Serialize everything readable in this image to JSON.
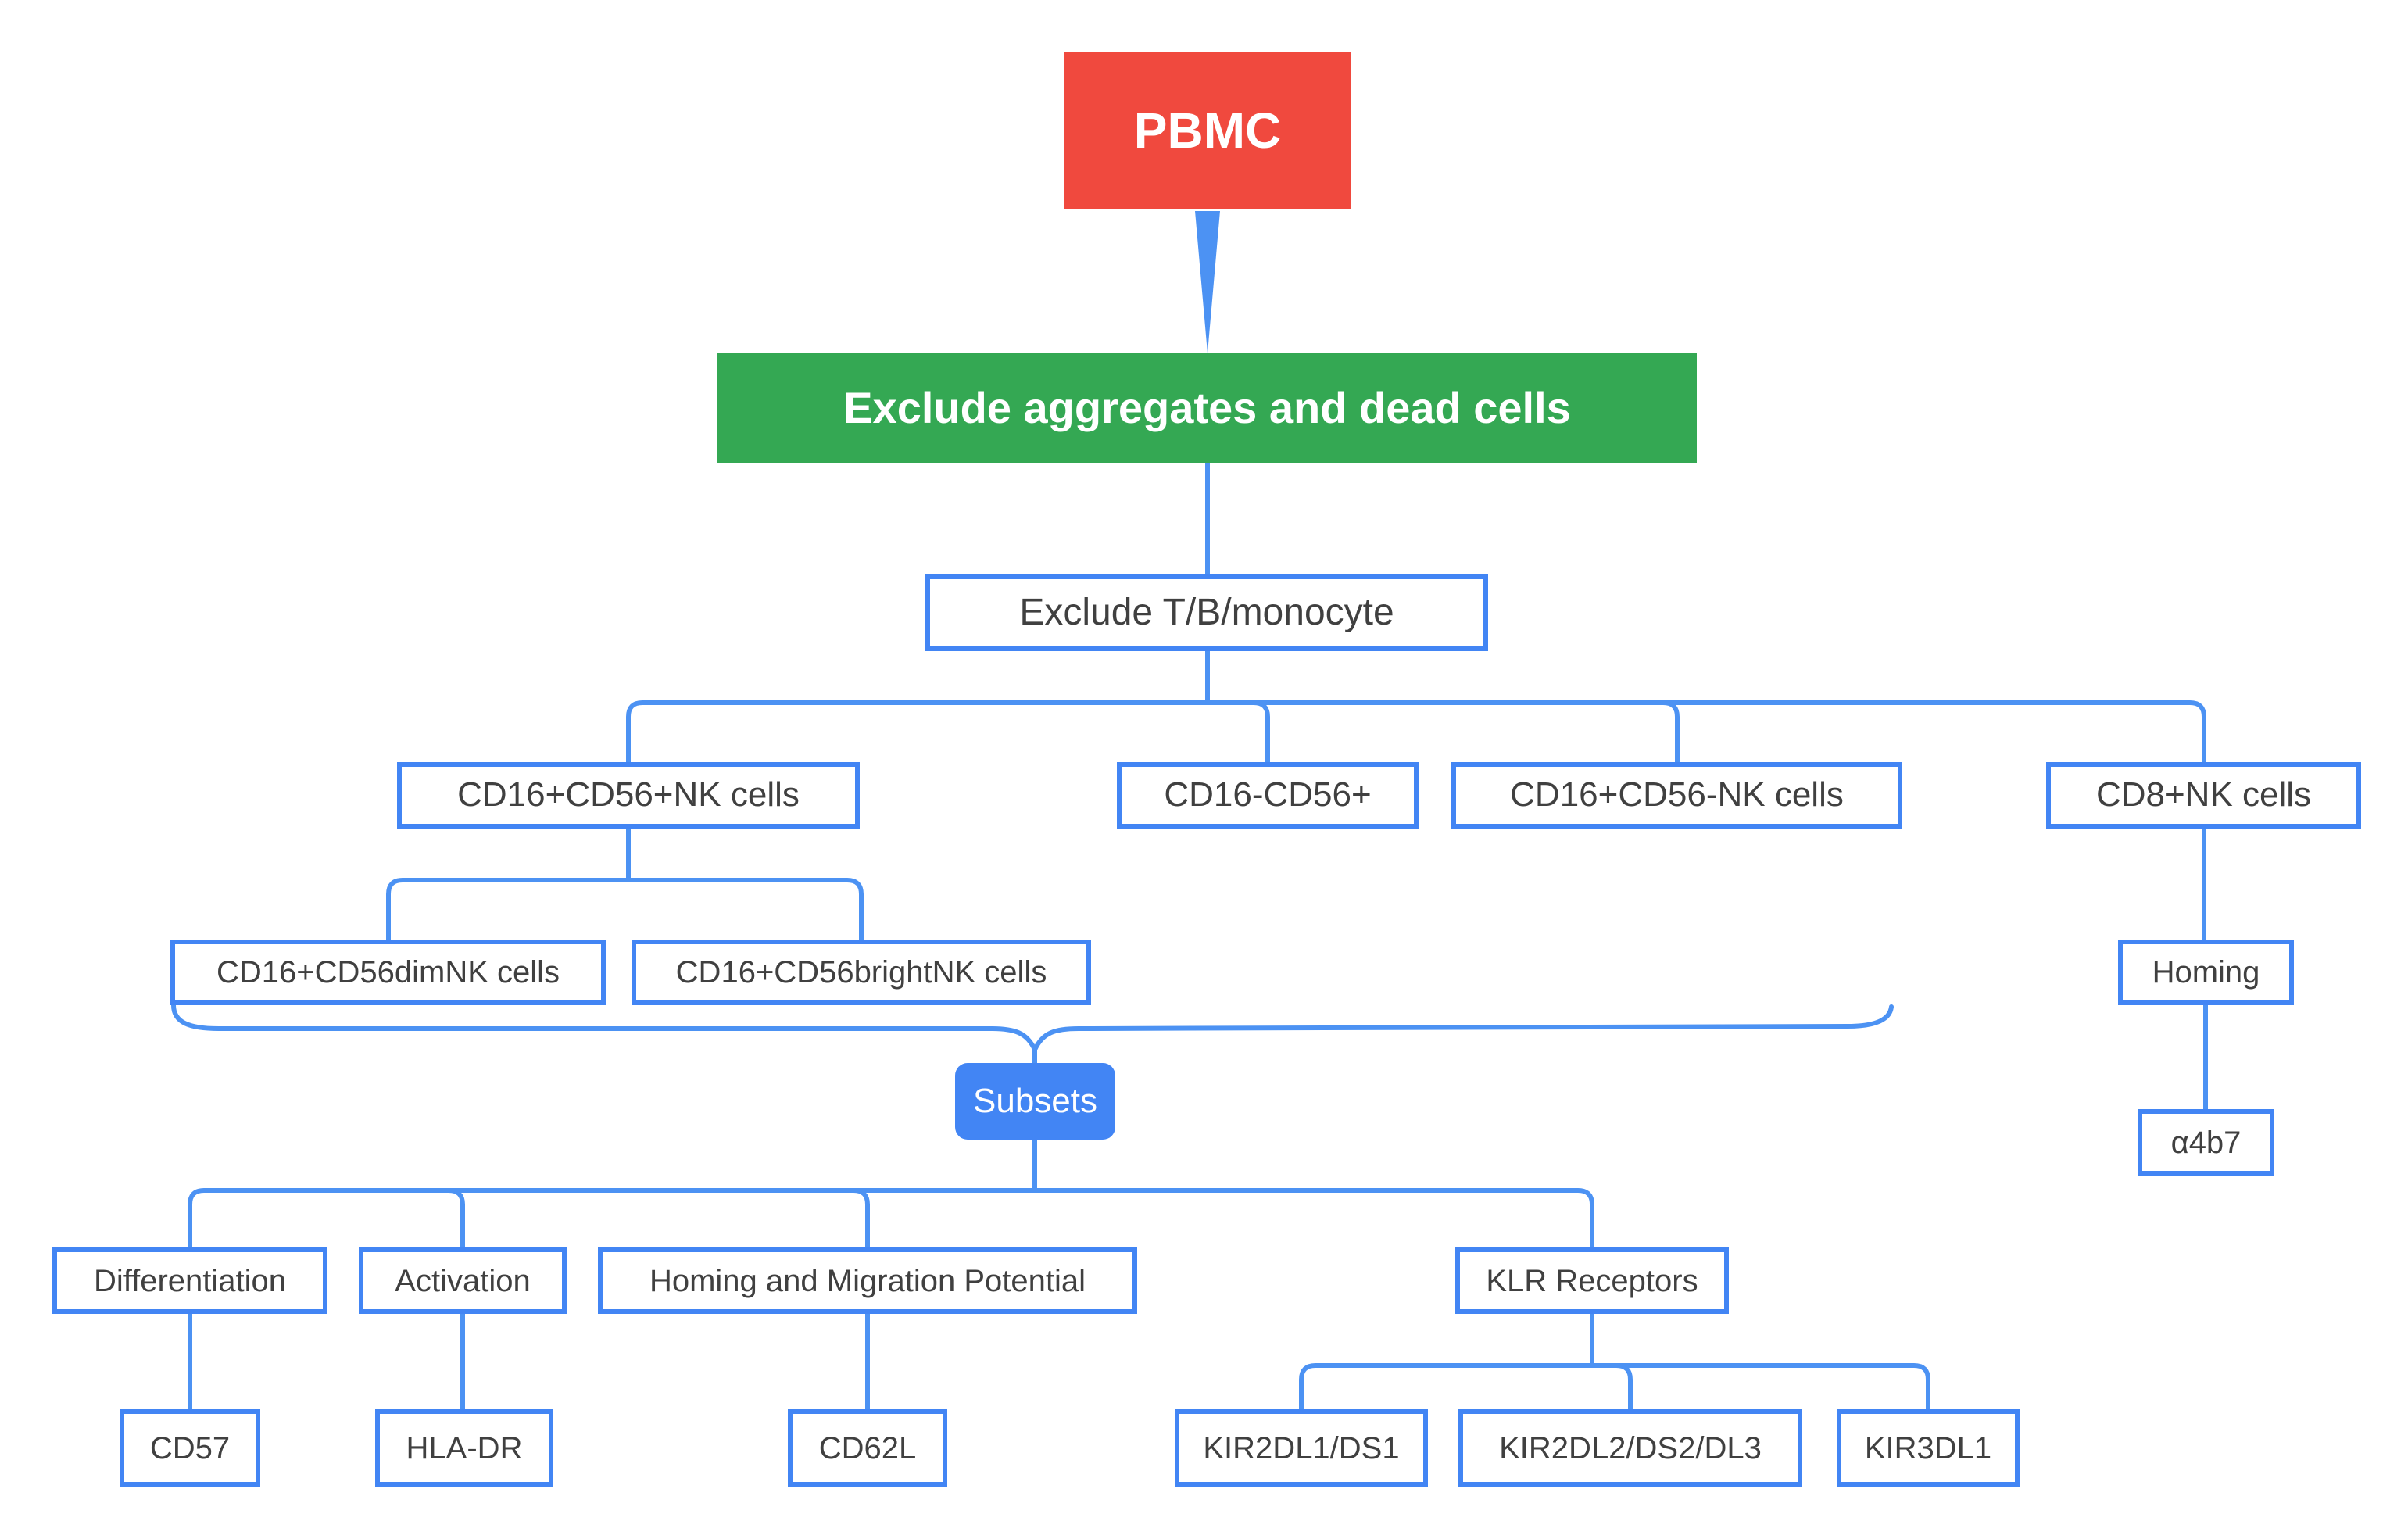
{
  "diagram": {
    "colors": {
      "root_red": "#F0493E",
      "step_green": "#34A853",
      "accent_blue": "#4285F4",
      "line_blue": "#4C92F3",
      "text_dark": "#404040"
    },
    "nodes": {
      "pbmc": "PBMC",
      "exclude_dead": "Exclude aggregates and dead cells",
      "exclude_tbm": "Exclude T/B/monocyte",
      "cd16p_cd56p": "CD16+CD56+NK cells",
      "cd16n_cd56p": "CD16-CD56+",
      "cd16p_cd56n": "CD16+CD56-NK cells",
      "cd8p_nk": "CD8+NK cells",
      "cd56dim": "CD16+CD56dimNK cells",
      "cd56bright": "CD16+CD56brightNK cells",
      "homing": "Homing",
      "a4b7": "α4b7",
      "subsets": "Subsets",
      "differentiation": "Differentiation",
      "activation": "Activation",
      "homing_migration": "Homing and Migration Potential",
      "klr_receptors": "KLR Receptors",
      "cd57": "CD57",
      "hla_dr": "HLA-DR",
      "cd62l": "CD62L",
      "kir2dl1_ds1": "KIR2DL1/DS1",
      "kir2dl2_ds2_dl3": "KIR2DL2/DS2/DL3",
      "kir3dl1": "KIR3DL1"
    }
  }
}
